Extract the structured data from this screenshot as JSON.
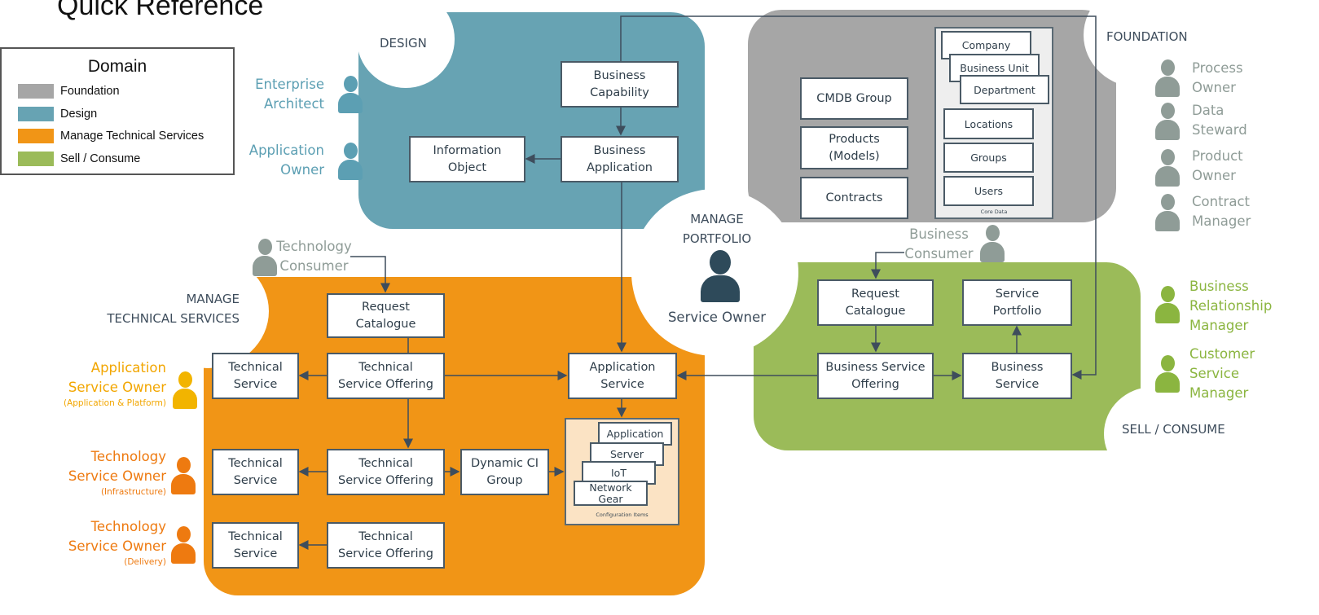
{
  "title": "Quick Reference",
  "colors": {
    "foundation": "#a6a6a6",
    "design": "#67a3b3",
    "manage_technical": "#f19516",
    "sell_consume": "#9bbb59",
    "person_teal": "#5c9fb3",
    "person_gray": "#8f9c97",
    "person_yellow": "#f2b400",
    "person_orange": "#ee7a10",
    "person_green": "#8bb540",
    "service_owner": "#2e4a5a",
    "border": "#4a5a66"
  },
  "legend": {
    "title": "Domain",
    "items": [
      {
        "label": "Foundation",
        "color": "#a6a6a6"
      },
      {
        "label": "Design",
        "color": "#67a3b3"
      },
      {
        "label": "Manage Technical Services",
        "color": "#f19516"
      },
      {
        "label": "Sell / Consume",
        "color": "#9bbb59"
      }
    ]
  },
  "regions": {
    "design": "DESIGN",
    "foundation": "FOUNDATION",
    "manage_technical": "MANAGE\nTECHNICAL SERVICES",
    "sell_consume": "SELL / CONSUME",
    "manage_portfolio": "MANAGE\nPORTFOLIO"
  },
  "design": {
    "business_capability": "Business\nCapability",
    "business_application": "Business\nApplication",
    "information_object": "Information\nObject"
  },
  "foundation": {
    "cmdb_group": "CMDB Group",
    "products": "Products\n(Models)",
    "contracts": "Contracts",
    "core_data": {
      "label": "Core Data",
      "items": [
        "Company",
        "Business Unit",
        "Department",
        "Locations",
        "Groups",
        "Users"
      ]
    }
  },
  "technical": {
    "request_catalogue": "Request\nCatalogue",
    "technical_service": "Technical\nService",
    "technical_service_offering": "Technical\nService Offering",
    "application_service": "Application\nService",
    "dynamic_ci_group": "Dynamic CI\nGroup",
    "configuration_items": {
      "label": "Configuration Items",
      "items": [
        "Application",
        "Server",
        "IoT",
        "Network\nGear"
      ]
    }
  },
  "sell": {
    "request_catalogue": "Request\nCatalogue",
    "service_portfolio": "Service\nPortfolio",
    "business_service_offering": "Business Service\nOffering",
    "business_service": "Business\nService"
  },
  "people": {
    "enterprise_architect": "Enterprise\nArchitect",
    "application_owner": "Application\nOwner",
    "technology_consumer": "Technology\nConsumer",
    "application_service_owner": {
      "label": "Application\nService Owner",
      "sub": "(Application & Platform)"
    },
    "technology_service_owner_infra": {
      "label": "Technology\nService Owner",
      "sub": "(Infrastructure)"
    },
    "technology_service_owner_delivery": {
      "label": "Technology\nService Owner",
      "sub": "(Delivery)"
    },
    "service_owner": "Service Owner",
    "business_consumer": "Business\nConsumer",
    "process_owner": "Process\nOwner",
    "data_steward": "Data\nSteward",
    "product_owner": "Product\nOwner",
    "contract_manager": "Contract\nManager",
    "business_relationship_manager": "Business\nRelationship\nManager",
    "customer_service_manager": "Customer\nService\nManager"
  }
}
